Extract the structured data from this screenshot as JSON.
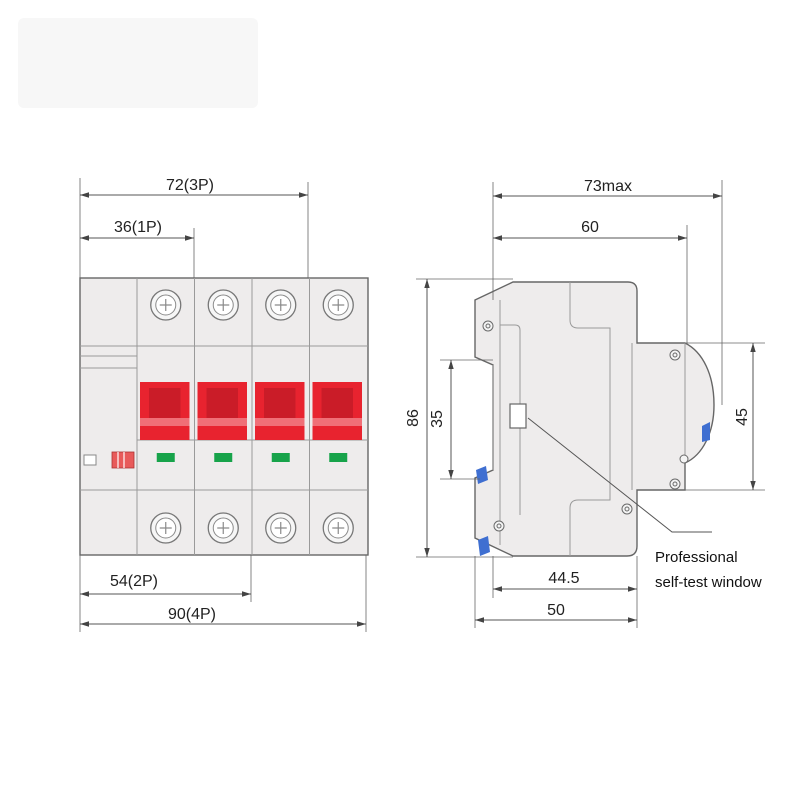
{
  "front_view": {
    "dimensions": {
      "width_3p": "72(3P)",
      "width_1p": "36(1P)",
      "width_2p": "54(2P)",
      "width_4p": "90(4P)"
    },
    "pole_count": 4,
    "colors": {
      "handle": "#e8232f",
      "handle_shadow": "#b01822",
      "indicator": "#17a34a",
      "test_button": "#e85a5a"
    }
  },
  "side_view": {
    "dimensions": {
      "max_depth": "73max",
      "depth": "60",
      "height": "86",
      "rail_height": "35",
      "front_height": "45",
      "base_inner": "44.5",
      "base": "50"
    },
    "colors": {
      "clip": "#3f6fd1"
    },
    "callout": {
      "line1": "Professional",
      "line2": "self-test window"
    }
  }
}
